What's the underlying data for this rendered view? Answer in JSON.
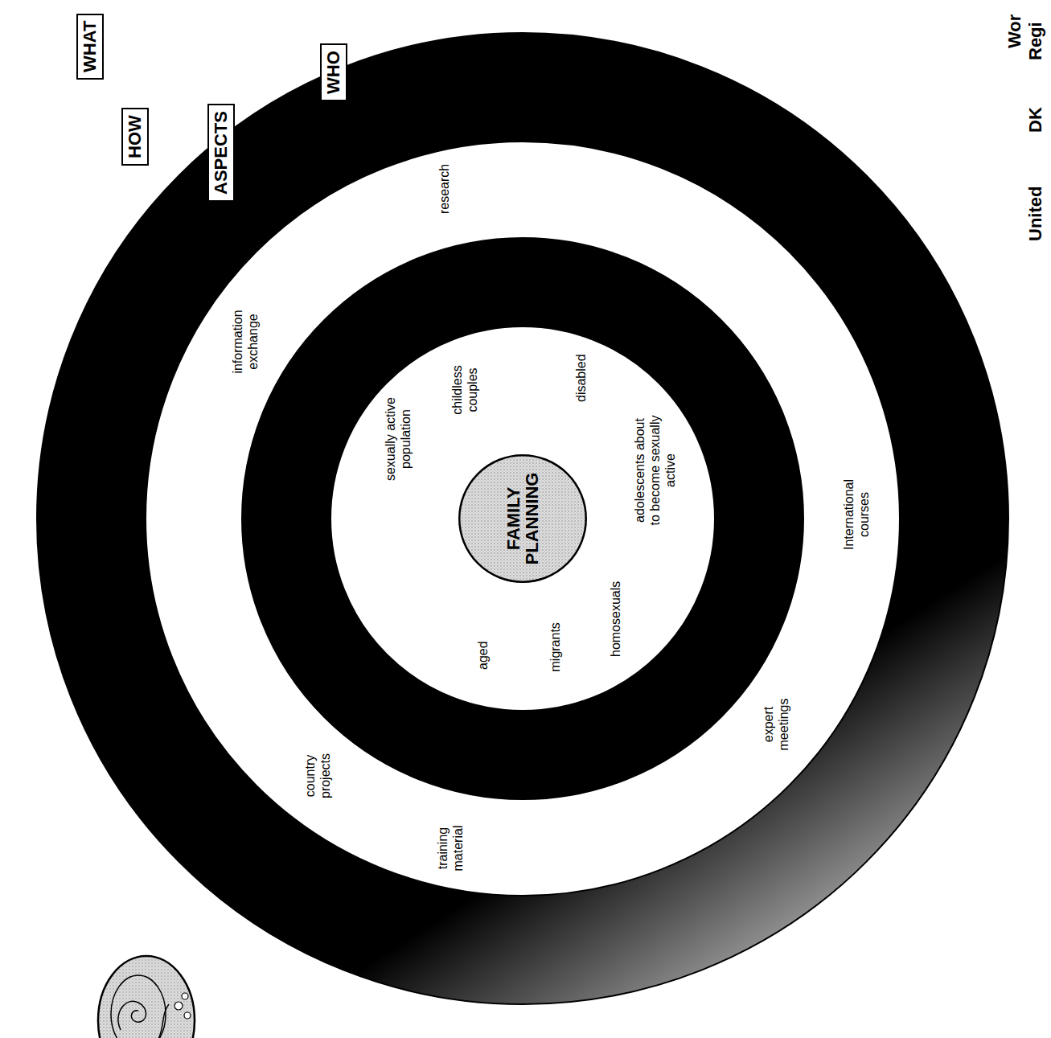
{
  "diagram": {
    "nodes": [
      {
        "text": [
          "WHAT"
        ]
      },
      {
        "text": [
          "HOW",
          "information exchange",
          "research",
          "expert meetings",
          "International courses",
          "training material",
          "country projects"
        ],
        "in": 0
      },
      {
        "text": [
          "ASPECTS"
        ],
        "in": 1
      },
      {
        "text": [
          "WHO",
          "sexually active population",
          "childless couples",
          "disabled",
          "adolescents about to become sexually active",
          "homosexuals",
          "migrants",
          "aged"
        ],
        "in": 2
      },
      {
        "text": [
          "FAMILY PLANNING"
        ],
        "in": 3
      }
    ],
    "labels": [
      "Wor",
      "Regi",
      "DK",
      "United"
    ]
  }
}
